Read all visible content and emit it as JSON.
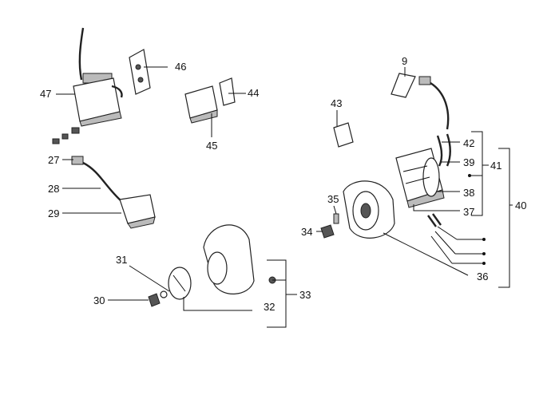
{
  "parts": [
    {
      "id": "p47",
      "label": "47"
    },
    {
      "id": "p46",
      "label": "46"
    },
    {
      "id": "p45",
      "label": "45"
    },
    {
      "id": "p44",
      "label": "44"
    },
    {
      "id": "p27",
      "label": "27"
    },
    {
      "id": "p28",
      "label": "28"
    },
    {
      "id": "p29",
      "label": "29"
    },
    {
      "id": "p31",
      "label": "31"
    },
    {
      "id": "p30",
      "label": "30"
    },
    {
      "id": "p32",
      "label": "32"
    },
    {
      "id": "p33",
      "label": "33"
    },
    {
      "id": "p9",
      "label": "9"
    },
    {
      "id": "p43",
      "label": "43"
    },
    {
      "id": "p42",
      "label": "42"
    },
    {
      "id": "p39",
      "label": "39"
    },
    {
      "id": "p41",
      "label": "41"
    },
    {
      "id": "p40",
      "label": "40"
    },
    {
      "id": "p38",
      "label": "38"
    },
    {
      "id": "p37",
      "label": "37"
    },
    {
      "id": "p35",
      "label": "35"
    },
    {
      "id": "p34",
      "label": "34"
    },
    {
      "id": "p36",
      "label": "36"
    }
  ]
}
